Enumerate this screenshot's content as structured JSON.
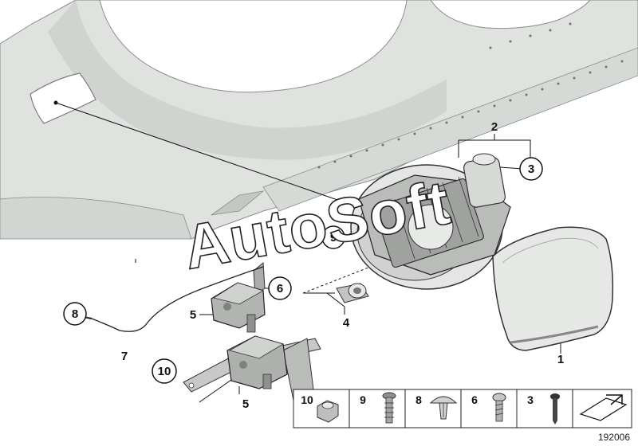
{
  "watermark": "AutoSoft",
  "diagram_number": "192006",
  "callouts": {
    "c1": "1",
    "c2": "2",
    "c3": "3",
    "c4": "4",
    "c5a": "5",
    "c5b": "5",
    "c6": "6",
    "c7": "7",
    "c8": "8",
    "c9": "9",
    "c10": "10"
  },
  "legend": {
    "n10": "10",
    "n9": "9",
    "n8": "8",
    "n6": "6",
    "n3": "3"
  },
  "colors": {
    "body_fill": "#dfe2df",
    "part_gray": "#b5b8b5",
    "line": "#111111"
  }
}
